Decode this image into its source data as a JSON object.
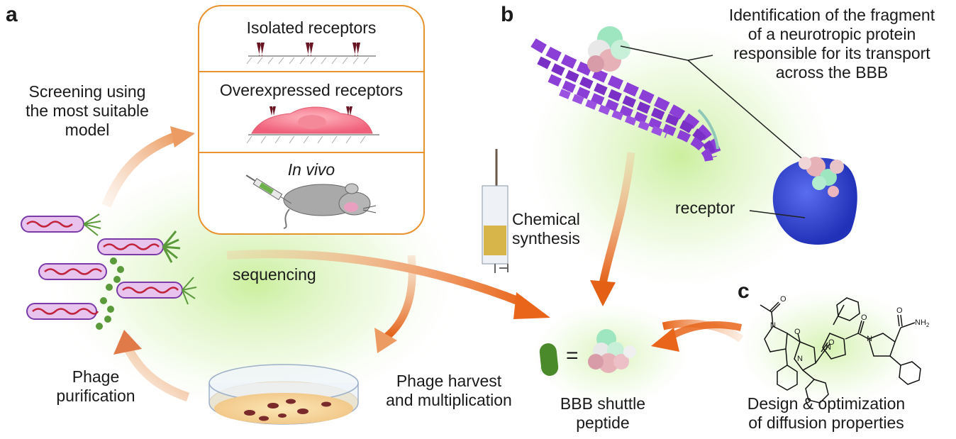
{
  "panels": {
    "a": "a",
    "b": "b",
    "c": "c"
  },
  "screening_box": {
    "stage1": "Isolated receptors",
    "stage2": "Overexpressed receptors",
    "stage3": "In vivo"
  },
  "labels": {
    "screening": [
      "Screening using",
      "the most suitable",
      "model"
    ],
    "sequencing": "sequencing",
    "phage_purification": [
      "Phage",
      "purification"
    ],
    "phage_harvest": [
      "Phage harvest",
      "and multiplication"
    ],
    "chemical_synthesis": [
      "Chemical",
      "synthesis"
    ],
    "bbb_shuttle": [
      "BBB shuttle",
      "peptide"
    ],
    "identification": [
      "Identification of the fragment",
      "of a neurotropic protein",
      "responsible for its transport",
      "across the BBB"
    ],
    "receptor": "receptor",
    "design": [
      "Design & optimization",
      "of diffusion properties"
    ],
    "equals": "="
  },
  "chem_labels": {
    "O": "O",
    "N": "N",
    "NH2": "NH",
    "sub2": "2"
  },
  "colors": {
    "arrow_orange": "#e8651a",
    "arrow_light": "#f0a877",
    "box_border": "#e8932f",
    "glow": "#c9ee9e",
    "protein": "#8c3fd6",
    "receptor_blue": "#3547d6",
    "peptide_green": "#4b8a2b",
    "cell_pink": "#f06a80"
  }
}
